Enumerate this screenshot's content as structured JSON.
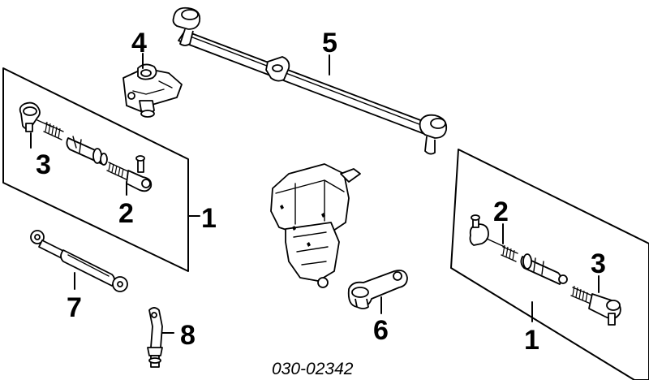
{
  "diagram": {
    "part_code": "030-02342",
    "callouts": {
      "panel_left": "1",
      "panel_right": "1",
      "tie_rod_end_left": "2",
      "tie_rod_end_right": "2",
      "inner_end_left": "3",
      "inner_end_right": "3",
      "idler_arm": "4",
      "center_link": "5",
      "pitman_arm": "6",
      "damper": "7",
      "bracket": "8"
    }
  }
}
